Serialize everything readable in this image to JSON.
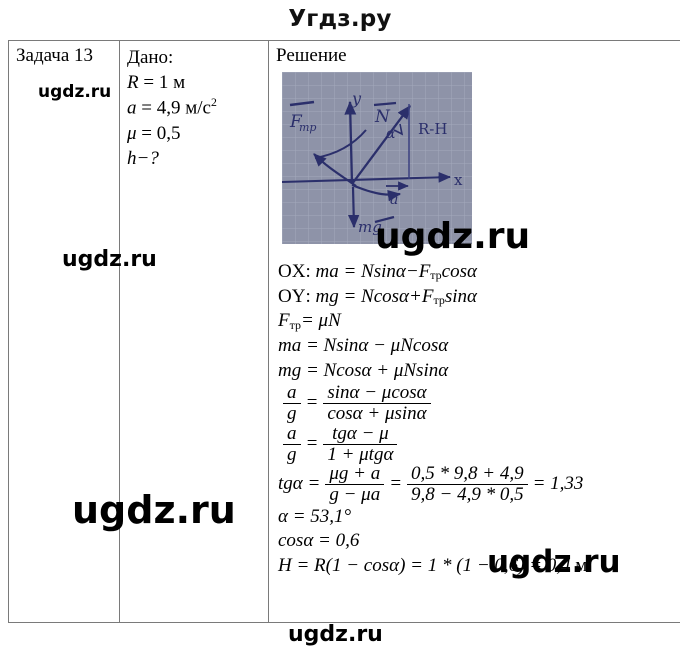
{
  "header": {
    "logo": "Угдз.ру"
  },
  "table": {
    "task_label": "Задача 13",
    "given": {
      "heading": "Дано:",
      "lines": [
        {
          "lhs": "R",
          "eq": "=",
          "rhs": "1",
          "unit": "м",
          "sup": ""
        },
        {
          "lhs": "a",
          "eq": "=",
          "rhs": "4,9",
          "unit": "м/с",
          "sup": "2"
        },
        {
          "lhs": "μ",
          "eq": "=",
          "rhs": "0,5",
          "unit": "",
          "sup": ""
        },
        {
          "lhs": "h−?",
          "eq": "",
          "rhs": "",
          "unit": "",
          "sup": ""
        }
      ]
    },
    "solution": {
      "heading": "Решение",
      "diagram": {
        "axis_x_label": "x",
        "axis_y_label": "y",
        "vector_normal": "N",
        "vector_friction": "Fтр",
        "vector_accel": "a",
        "vector_weight": "mg",
        "angle_label": "α",
        "segment_label": "R-H"
      },
      "equations": [
        {
          "id": "ox",
          "text": "OX: ma = Nsinα − Fтрcosα"
        },
        {
          "id": "oy",
          "text": "OY: mg = Ncosα + Fтрsinα"
        },
        {
          "id": "ftr",
          "text": "Fтр = μN"
        },
        {
          "id": "ma",
          "text": "ma = Nsinα − μNcosα"
        },
        {
          "id": "mg",
          "text": "mg = Ncosα + μNsinα"
        },
        {
          "id": "ag1",
          "text": "a/g = (sinα − μcosα)/(cosα + μsinα)"
        },
        {
          "id": "ag2",
          "text": "a/g = (tgα − μ)/(1 + μtgα)"
        },
        {
          "id": "tga",
          "text": "tgα = (μg + a)/(g − μa) = (0,5 * 9,8 + 4,9)/(9,8 − 4,9 * 0,5) = 1,33"
        },
        {
          "id": "alpha",
          "text": "α = 53,1°"
        },
        {
          "id": "cosa",
          "text": "cosα = 0,6"
        },
        {
          "id": "h",
          "text": "H = R(1 − cosα) = 1 * (1 − 0,6) = 0,4 м"
        }
      ],
      "eq_parts": {
        "ox_prefix": "OX",
        "ox_colon": ":",
        "ox_body_a": "ma = Nsin",
        "ox_alpha1": "α",
        "ox_minus": " − ",
        "ox_F": "F",
        "ox_Fsub": "тр",
        "ox_cos": "cos",
        "ox_alpha2": "α",
        "oy_prefix": "OY",
        "oy_colon": ":",
        "oy_body_a": "mg = Ncos",
        "oy_alpha1": "α",
        "oy_plus": " + ",
        "oy_F": "F",
        "oy_Fsub": "тр",
        "oy_sin": "sin",
        "oy_alpha2": "α",
        "ftr_F": "F",
        "ftr_sub": "тр",
        "ftr_rest": " = μN",
        "ma_text": "ma = Nsinα − μNcosα",
        "mg_text": "mg = Ncosα + μNsinα",
        "f1_lnum": "a",
        "f1_lden": "g",
        "f1_eq": "=",
        "f1_rnum": "sinα − μcosα",
        "f1_rden": "cosα + μsinα",
        "f2_lnum": "a",
        "f2_lden": "g",
        "f2_eq": "=",
        "f2_rnum": "tgα − μ",
        "f2_rden": "1 + μtgα",
        "tg_lead": "tgα",
        "tg_eq1": "=",
        "tg_num1": "μg + a",
        "tg_den1": "g − μa",
        "tg_eq2": "=",
        "tg_num2": "0,5 * 9,8 + 4,9",
        "tg_den2": "9,8 − 4,9 * 0,5",
        "tg_eq3": "= 1,33",
        "alpha_text": "α = 53,1°",
        "cosa_text": "cosα = 0,6",
        "h_text": "H = R(1 − cosα) = 1 * (1 − 0,6) = 0,4",
        "h_unit": "м"
      }
    }
  },
  "watermarks": {
    "w1": "ugdz.ru",
    "w2": "ugdz.ru",
    "w3": "ugdz.ru",
    "w4": "ugdz.ru",
    "w5": "ugdz.ru",
    "w6": "ugdz.ru"
  }
}
